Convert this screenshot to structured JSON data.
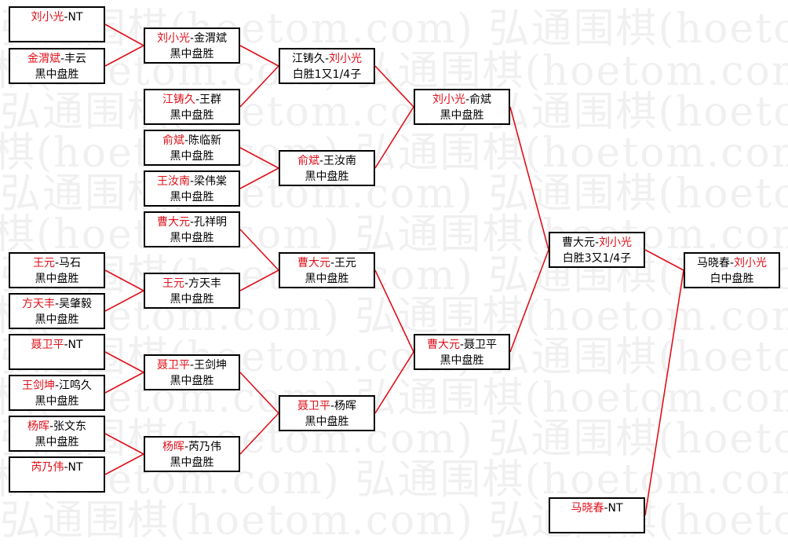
{
  "watermark": "弘通围棋(hoetom.com)",
  "colors": {
    "winner": "#e0101a",
    "line": "#e0101a",
    "text": "#000000",
    "border": "#000000"
  },
  "matches": [
    {
      "id": "r1_1",
      "p1": "刘小光",
      "p2": "NT",
      "winner": 1,
      "result": ""
    },
    {
      "id": "r1_2",
      "p1": "金渭斌",
      "p2": "丰云",
      "winner": 1,
      "result": "黑中盘胜"
    },
    {
      "id": "r1_3",
      "p1": "江铸久",
      "p2": "王群",
      "winner": 1,
      "result": "黑中盘胜"
    },
    {
      "id": "r1_4",
      "p1": "俞斌",
      "p2": "陈临新",
      "winner": 1,
      "result": "黑中盘胜"
    },
    {
      "id": "r1_5",
      "p1": "王汝南",
      "p2": "梁伟棠",
      "winner": 1,
      "result": "黑中盘胜"
    },
    {
      "id": "r1_6",
      "p1": "曹大元",
      "p2": "孔祥明",
      "winner": 1,
      "result": "黑中盘胜"
    },
    {
      "id": "r1_7",
      "p1": "王元",
      "p2": "马石",
      "winner": 1,
      "result": "黑中盘胜"
    },
    {
      "id": "r1_8",
      "p1": "方天丰",
      "p2": "吴肇毅",
      "winner": 1,
      "result": "黑中盘胜"
    },
    {
      "id": "r1_9",
      "p1": "聂卫平",
      "p2": "NT",
      "winner": 1,
      "result": ""
    },
    {
      "id": "r1_10",
      "p1": "王剑坤",
      "p2": "江鸣久",
      "winner": 1,
      "result": "黑中盘胜"
    },
    {
      "id": "r1_11",
      "p1": "杨晖",
      "p2": "张文东",
      "winner": 1,
      "result": "黑中盘胜"
    },
    {
      "id": "r1_12",
      "p1": "芮乃伟",
      "p2": "NT",
      "winner": 1,
      "result": ""
    },
    {
      "id": "r2_1",
      "p1": "刘小光",
      "p2": "金渭斌",
      "winner": 1,
      "result": "黑中盘胜"
    },
    {
      "id": "r2_2",
      "p1": "王元",
      "p2": "方天丰",
      "winner": 1,
      "result": "黑中盘胜"
    },
    {
      "id": "r2_3",
      "p1": "聂卫平",
      "p2": "王剑坤",
      "winner": 1,
      "result": "黑中盘胜"
    },
    {
      "id": "r2_4",
      "p1": "杨晖",
      "p2": "芮乃伟",
      "winner": 1,
      "result": "黑中盘胜"
    },
    {
      "id": "r3_1",
      "p1": "江铸久",
      "p2": "刘小光",
      "winner": 2,
      "result": "白胜1又1/4子"
    },
    {
      "id": "r3_2",
      "p1": "俞斌",
      "p2": "王汝南",
      "winner": 1,
      "result": "黑中盘胜"
    },
    {
      "id": "r3_3",
      "p1": "曹大元",
      "p2": "王元",
      "winner": 1,
      "result": "黑中盘胜"
    },
    {
      "id": "r3_4",
      "p1": "聂卫平",
      "p2": "杨晖",
      "winner": 1,
      "result": "黑中盘胜"
    },
    {
      "id": "r4_1",
      "p1": "刘小光",
      "p2": "俞斌",
      "winner": 1,
      "result": "黑中盘胜"
    },
    {
      "id": "r4_2",
      "p1": "曹大元",
      "p2": "聂卫平",
      "winner": 1,
      "result": "黑中盘胜"
    },
    {
      "id": "r5_1",
      "p1": "曹大元",
      "p2": "刘小光",
      "winner": 2,
      "result": "白胜3又1/4子"
    },
    {
      "id": "r5_2",
      "p1": "马晓春",
      "p2": "NT",
      "winner": 1,
      "result": ""
    },
    {
      "id": "final",
      "p1": "马晓春",
      "p2": "刘小光",
      "winner": 2,
      "result": "白中盘胜"
    }
  ]
}
